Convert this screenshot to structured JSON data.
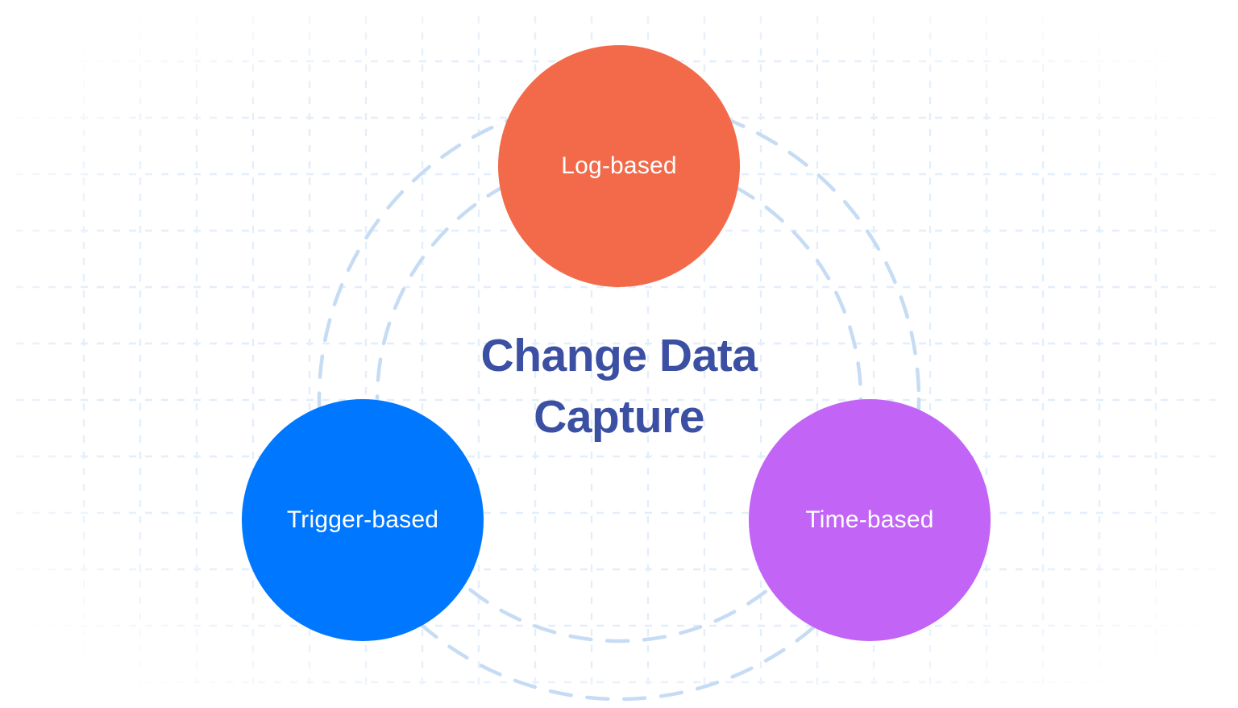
{
  "diagram": {
    "title": "Change Data Capture",
    "title_lines": [
      "Change Data",
      "Capture"
    ],
    "title_color": "#3B4FA3",
    "background_color": "#FFFFFF",
    "grid_color": "#E6F0FB",
    "ring_color": "#C6DCF4",
    "nodes": [
      {
        "id": "log-based",
        "label": "Log-based",
        "color": "#F26A4A",
        "text_color": "#FFFFFF",
        "position": "top"
      },
      {
        "id": "trigger-based",
        "label": "Trigger-based",
        "color": "#0077FF",
        "text_color": "#FFFFFF",
        "position": "bottom-left"
      },
      {
        "id": "time-based",
        "label": "Time-based",
        "color": "#C264F5",
        "text_color": "#FFFFFF",
        "position": "bottom-right"
      }
    ]
  },
  "chart_data": {
    "type": "diagram",
    "title": "Change Data Capture",
    "categories": [
      "Log-based",
      "Trigger-based",
      "Time-based"
    ],
    "values": [
      1,
      1,
      1
    ],
    "colors": [
      "#F26A4A",
      "#0077FF",
      "#C264F5"
    ],
    "layout": "three circular nodes arranged around a central hub label, joined by two concentric dashed rings",
    "legend": "none",
    "grid": "dashed light-blue background grid, 70px pitch"
  }
}
